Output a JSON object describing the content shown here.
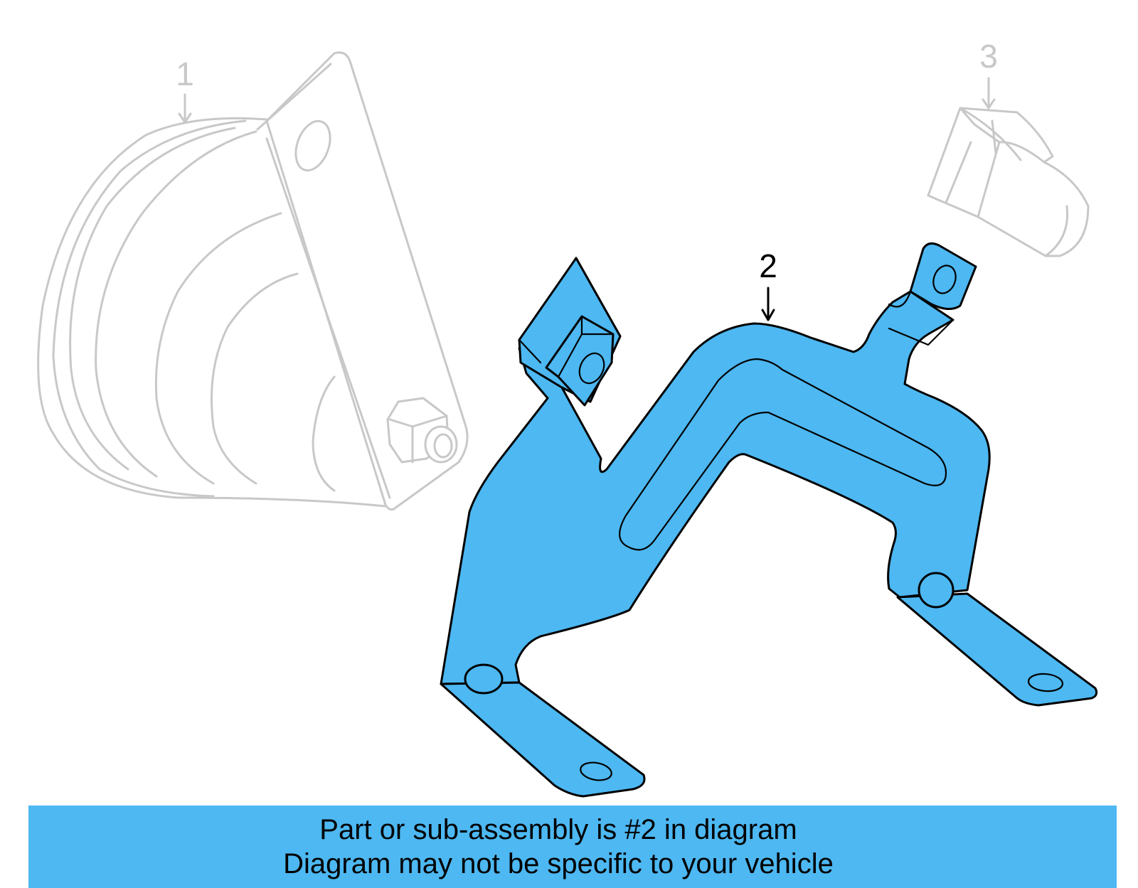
{
  "callouts": [
    {
      "number": "1",
      "highlighted": false
    },
    {
      "number": "2",
      "highlighted": true
    },
    {
      "number": "3",
      "highlighted": false
    }
  ],
  "banner": {
    "line1": "Part or sub-assembly is #2 in diagram",
    "line2": "Diagram may not be specific to your vehicle"
  },
  "colors": {
    "highlight": "#4db8f2",
    "ghost": "#c8c8c8",
    "outline": "#000000"
  }
}
